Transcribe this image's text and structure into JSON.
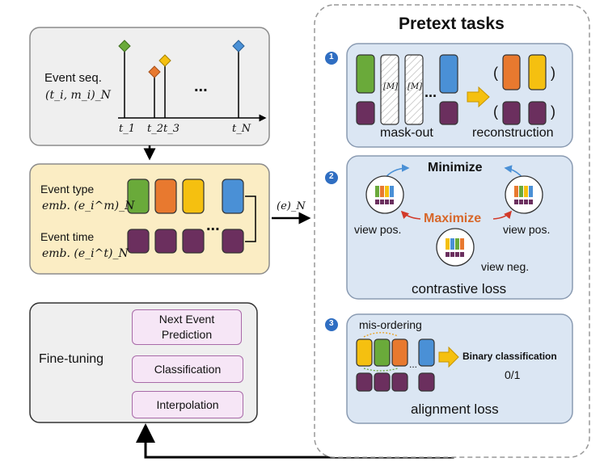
{
  "left": {
    "event_seq_label": "Event seq.",
    "event_seq_formula": "(t_i, m_i)_N",
    "time_ticks": [
      "t_1",
      "t_2",
      "t_3",
      "t_N"
    ],
    "ellipsis": "...",
    "event_type_label": "Event type",
    "event_type_emb": "emb. (e_i^m)_N",
    "event_time_label": "Event time",
    "event_time_emb": "emb. (e_i^t)_N",
    "sequence_output": "(e)_N"
  },
  "finetune": {
    "title": "Fine-tuning",
    "tasks": [
      "Next Event Prediction",
      "Classification",
      "Interpolation"
    ]
  },
  "pretext": {
    "title": "Pretext tasks",
    "task1": {
      "number": "1",
      "mask_token": "[M]",
      "left_caption": "mask-out",
      "right_caption": "reconstruction"
    },
    "task2": {
      "number": "2",
      "minimize": "Minimize",
      "maximize": "Maximize",
      "view_pos_left": "view pos.",
      "view_pos_right": "view pos.",
      "view_neg": "view neg.",
      "caption": "contrastive loss"
    },
    "task3": {
      "number": "3",
      "misordering": "mis-ordering",
      "binary": "Binary classification",
      "binary_values": "0/1",
      "caption": "alignment loss"
    }
  },
  "colors": {
    "green": "#6aaa3a",
    "orange": "#e8792f",
    "yellow": "#f5c010",
    "blue": "#4a90d6",
    "purple": "#6b2f5e",
    "panel_blue": "#dbe6f3",
    "panel_yellow": "#fbedc4",
    "panel_gray": "#efefef"
  }
}
